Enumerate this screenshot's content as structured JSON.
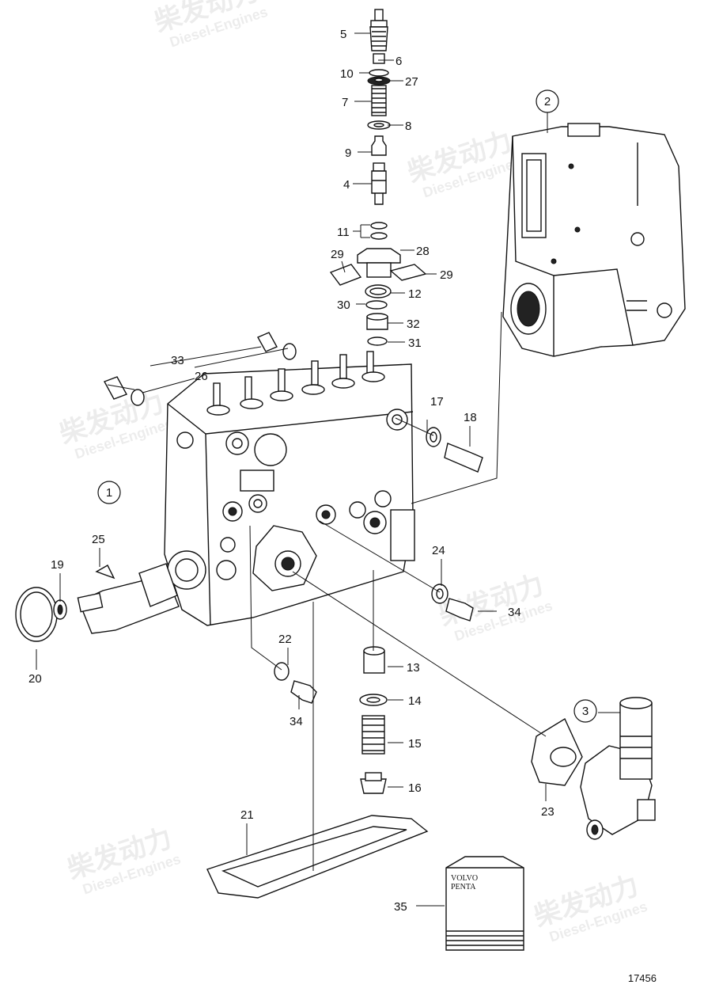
{
  "drawing_number": "17456",
  "watermark": {
    "brand": "柴发动力",
    "subtitle": "Diesel-Engines"
  },
  "box_label": {
    "line1": "VOLVO",
    "line2": "PENTA"
  },
  "callouts": [
    {
      "id": "c5",
      "label": "5"
    },
    {
      "id": "c6",
      "label": "6"
    },
    {
      "id": "c10",
      "label": "10"
    },
    {
      "id": "c27",
      "label": "27"
    },
    {
      "id": "c7",
      "label": "7"
    },
    {
      "id": "c8",
      "label": "8"
    },
    {
      "id": "c9",
      "label": "9"
    },
    {
      "id": "c4",
      "label": "4"
    },
    {
      "id": "c11",
      "label": "11"
    },
    {
      "id": "c28",
      "label": "28"
    },
    {
      "id": "c29a",
      "label": "29"
    },
    {
      "id": "c29b",
      "label": "29"
    },
    {
      "id": "c30",
      "label": "30"
    },
    {
      "id": "c12",
      "label": "12"
    },
    {
      "id": "c32",
      "label": "32"
    },
    {
      "id": "c31",
      "label": "31"
    },
    {
      "id": "c33",
      "label": "33"
    },
    {
      "id": "c26",
      "label": "26"
    },
    {
      "id": "c17",
      "label": "17"
    },
    {
      "id": "c18",
      "label": "18"
    },
    {
      "id": "c25",
      "label": "25"
    },
    {
      "id": "c19",
      "label": "19"
    },
    {
      "id": "c20",
      "label": "20"
    },
    {
      "id": "c24",
      "label": "24"
    },
    {
      "id": "c34a",
      "label": "34"
    },
    {
      "id": "c22",
      "label": "22"
    },
    {
      "id": "c34b",
      "label": "34"
    },
    {
      "id": "c13",
      "label": "13"
    },
    {
      "id": "c14",
      "label": "14"
    },
    {
      "id": "c15",
      "label": "15"
    },
    {
      "id": "c16",
      "label": "16"
    },
    {
      "id": "c23",
      "label": "23"
    },
    {
      "id": "c21",
      "label": "21"
    },
    {
      "id": "c35",
      "label": "35"
    }
  ],
  "circled": [
    {
      "id": "g1",
      "label": "1"
    },
    {
      "id": "g2",
      "label": "2"
    },
    {
      "id": "g3",
      "label": "3"
    }
  ]
}
